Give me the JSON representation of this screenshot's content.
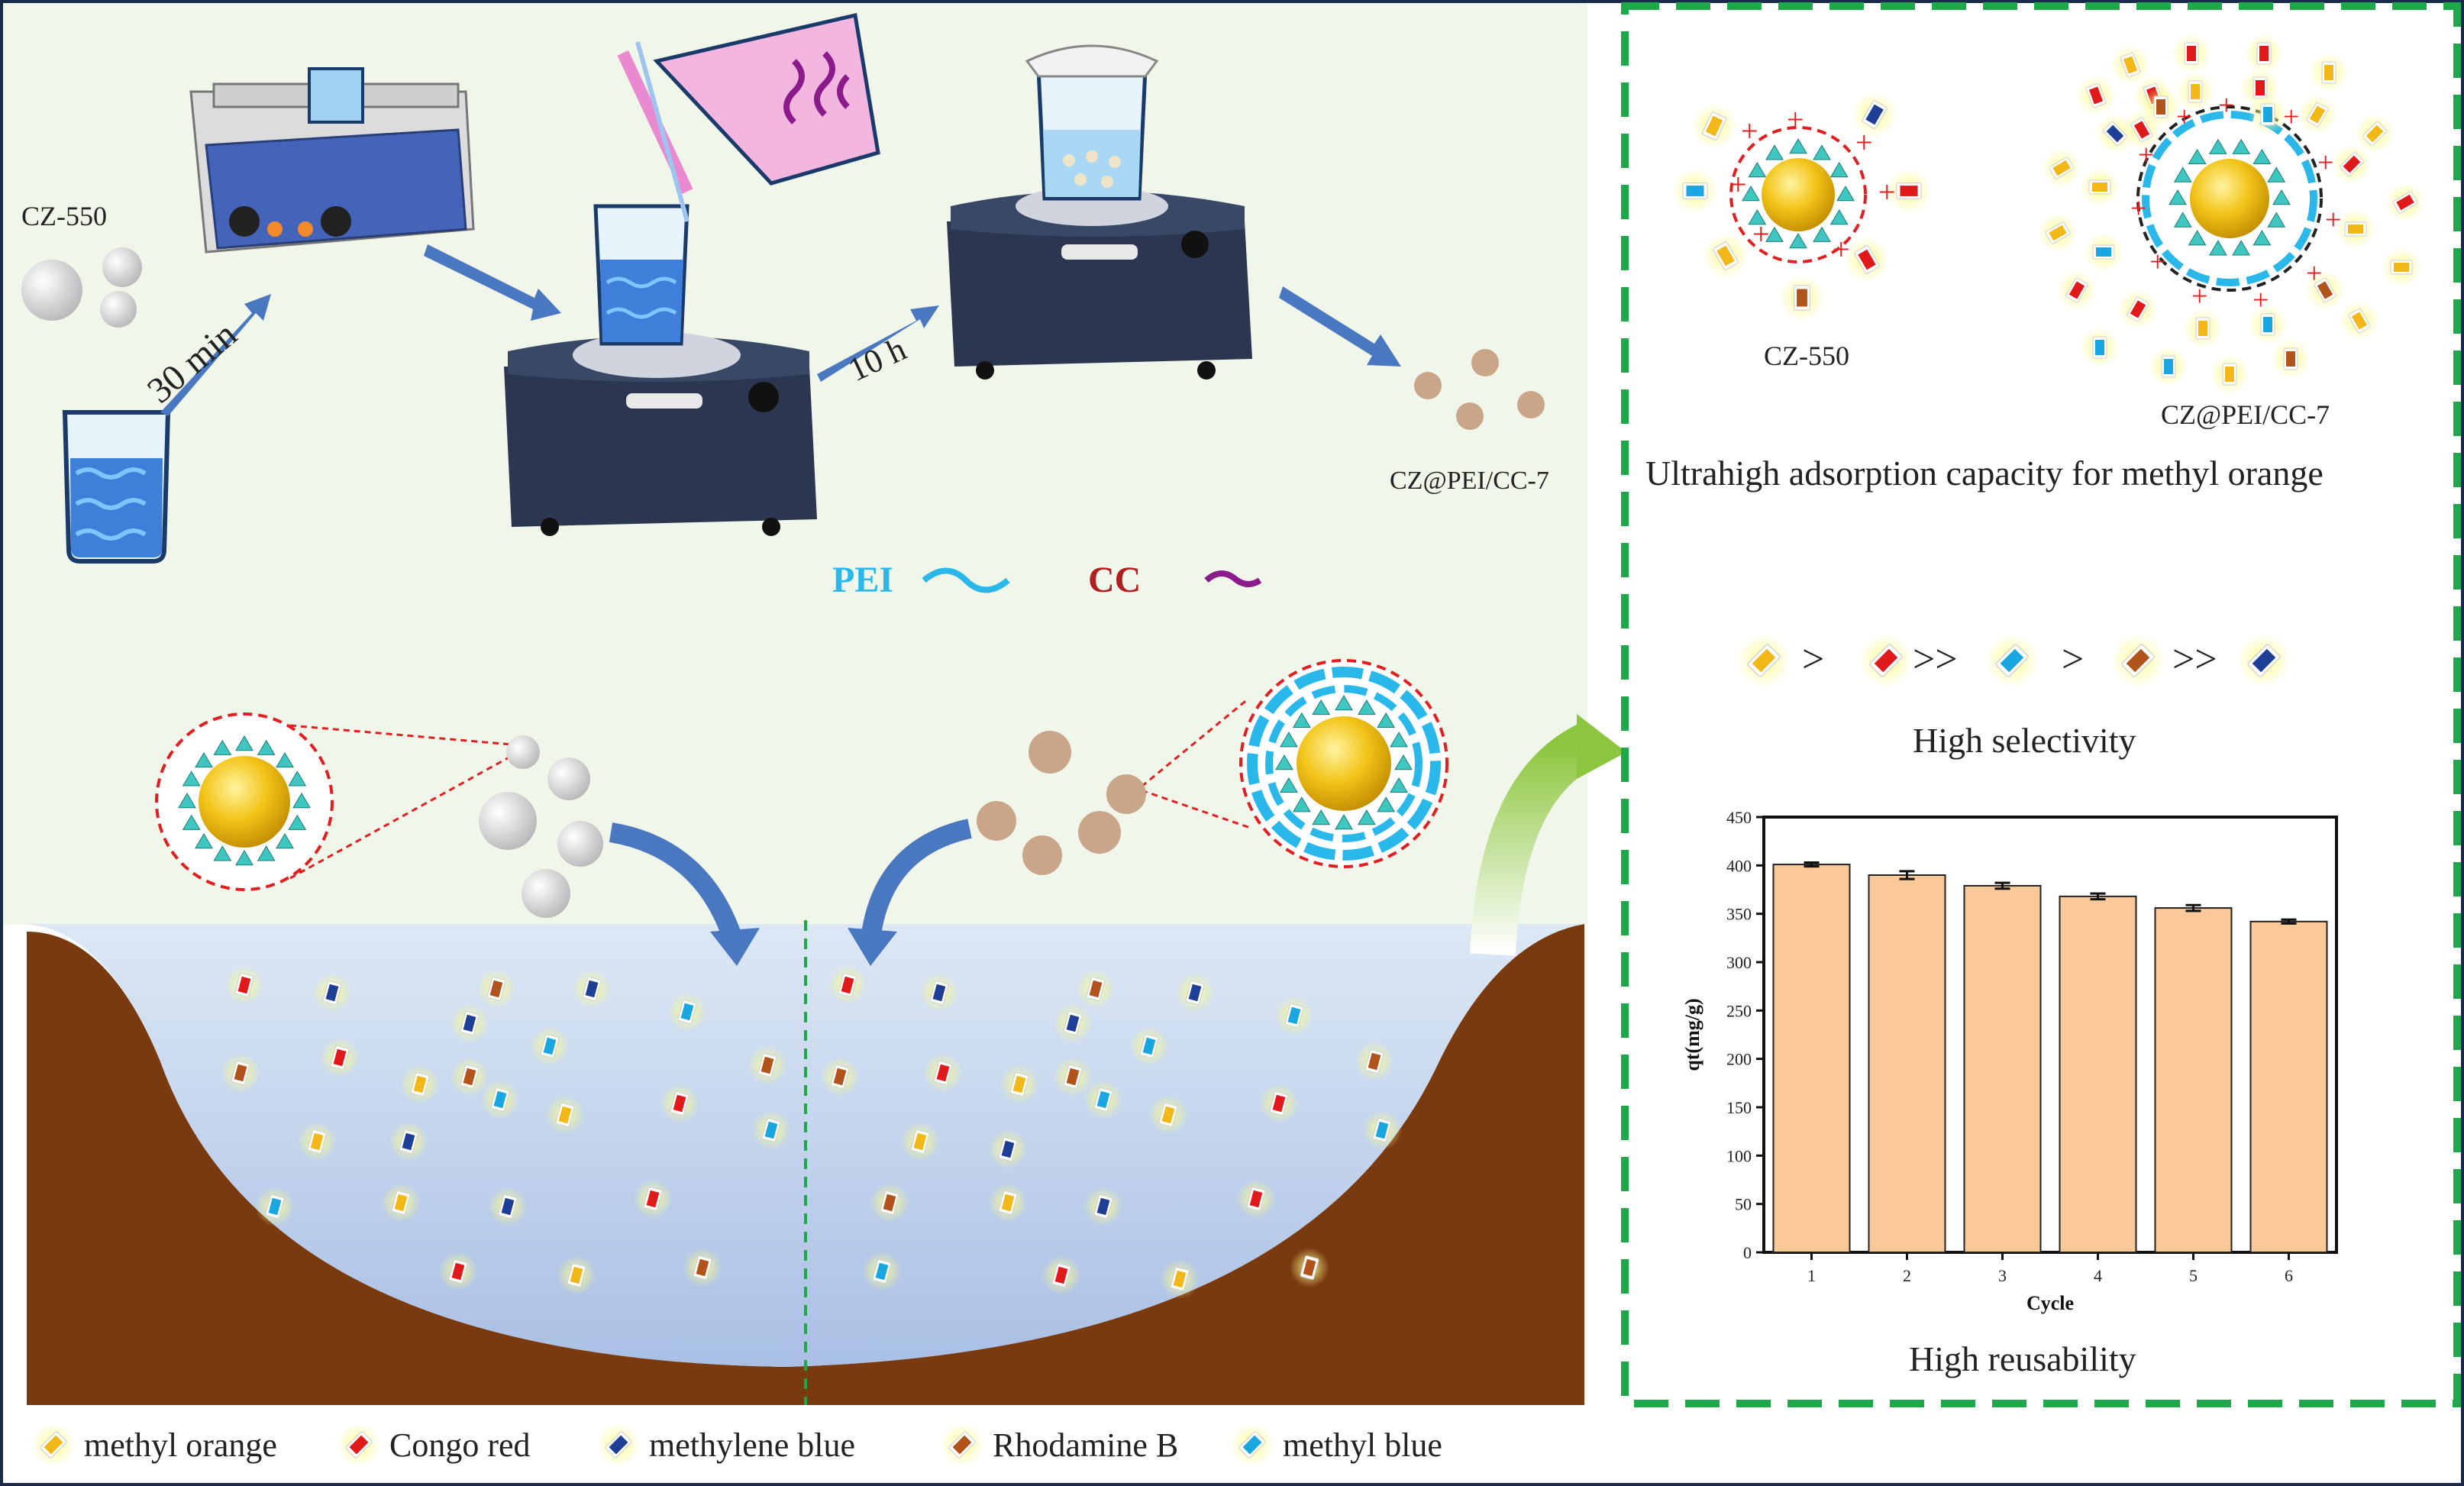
{
  "process": {
    "cz550_label": "CZ-550",
    "time1": "30 min",
    "time2": "10 h",
    "product_label": "CZ@PEI/CC-7",
    "pei_label": "PEI",
    "cc_label": "CC"
  },
  "adsorption_panel": {
    "left_label": "CZ-550",
    "right_label": "CZ@PEI/CC-7",
    "caption": "Ultrahigh adsorption capacity for methyl orange"
  },
  "selectivity": {
    "caption": "High selectivity",
    "sep1": ">",
    "sep2": ">>",
    "sep3": ">",
    "sep4": ">>"
  },
  "reusability": {
    "caption": "High reusability"
  },
  "chart_data": {
    "type": "bar",
    "categories": [
      "1",
      "2",
      "3",
      "4",
      "5",
      "6"
    ],
    "values": [
      401,
      390,
      379,
      368,
      356,
      342
    ],
    "errors": [
      2,
      4,
      3,
      3,
      3,
      2
    ],
    "xlabel": "Cycle",
    "ylabel": "qt(mg/g)",
    "ylim": [
      0,
      450
    ],
    "yticks": [
      0,
      50,
      100,
      150,
      200,
      250,
      300,
      350,
      400,
      450
    ],
    "bar_color": "#fbc898"
  },
  "legend": {
    "items": [
      {
        "label": "methyl orange",
        "color": "#f2b818"
      },
      {
        "label": "Congo red",
        "color": "#e01a1a"
      },
      {
        "label": "methylene blue",
        "color": "#1f3f96"
      },
      {
        "label": "Rhodamine B",
        "color": "#b1541c"
      },
      {
        "label": "methyl blue",
        "color": "#1aa6e0"
      }
    ]
  },
  "colors": {
    "pei": "#2ab7ea",
    "cc": "#8b1a8a",
    "dashed_border": "#1ea84a",
    "soil": "#7a3a10",
    "arrow": "#4a78c0"
  }
}
